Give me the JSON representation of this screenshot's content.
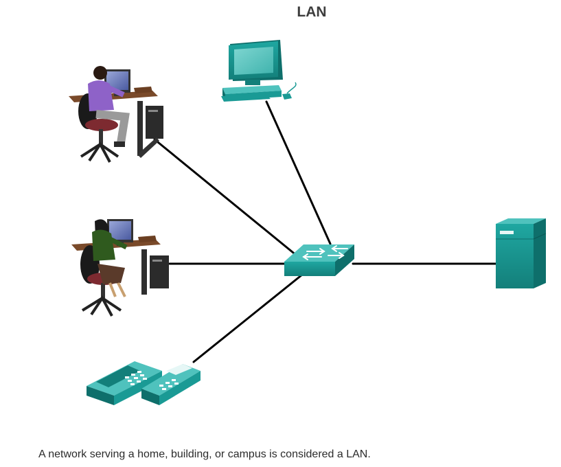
{
  "title": "LAN",
  "caption": "A network serving a home, building, or campus is considered a LAN.",
  "colors": {
    "device_teal": "#1a9a95",
    "device_teal_dark": "#0e6f6b",
    "device_teal_light": "#4fc2bd",
    "link": "#000000"
  },
  "nodes": [
    {
      "id": "switch",
      "type": "switch",
      "icon": "switch-icon"
    },
    {
      "id": "workstation",
      "type": "pc",
      "icon": "desktop-computer-icon"
    },
    {
      "id": "user-male",
      "type": "person-at-desk",
      "icon": "man-at-computer-icon"
    },
    {
      "id": "user-female",
      "type": "person-at-desk",
      "icon": "woman-at-computer-icon"
    },
    {
      "id": "ip-phone",
      "type": "phone",
      "icon": "ip-phone-icon"
    },
    {
      "id": "server",
      "type": "server",
      "icon": "server-icon"
    }
  ],
  "links": [
    {
      "from": "workstation",
      "to": "switch"
    },
    {
      "from": "user-male",
      "to": "switch"
    },
    {
      "from": "user-female",
      "to": "switch"
    },
    {
      "from": "ip-phone",
      "to": "switch"
    },
    {
      "from": "server",
      "to": "switch"
    }
  ]
}
